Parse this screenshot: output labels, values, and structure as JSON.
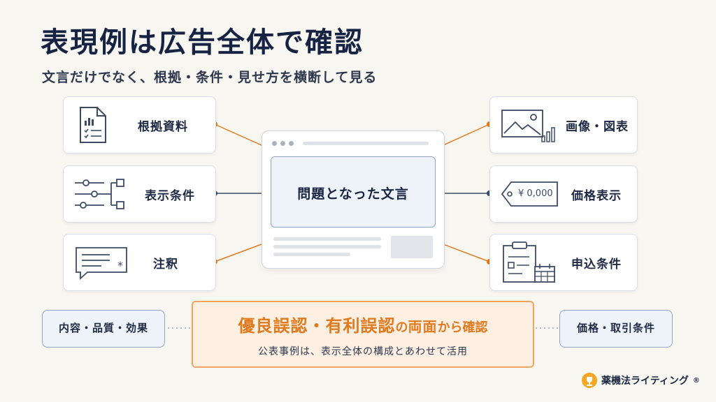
{
  "title": "表現例は広告全体で確認",
  "subtitle": "文言だけでなく、根拠・条件・見せ方を横断して見る",
  "center": {
    "label": "問題となった文言"
  },
  "left_cards": [
    {
      "label": "根拠資料",
      "icon": "document-chart-icon"
    },
    {
      "label": "表示条件",
      "icon": "sliders-flow-icon"
    },
    {
      "label": "注釈",
      "icon": "speech-asterisk-icon"
    }
  ],
  "right_cards": [
    {
      "label": "画像・図表",
      "icon": "image-chart-icon"
    },
    {
      "label": "価格表示",
      "icon": "price-tag-icon",
      "tag_text": "¥ 0,000"
    },
    {
      "label": "申込条件",
      "icon": "clipboard-calendar-icon"
    }
  ],
  "bottom": {
    "left_pill": "内容・品質・効果",
    "right_pill": "価格・取引条件",
    "headline_strong": "優良誤認・有利誤認",
    "headline_mid": "の",
    "headline_strong2": "両面",
    "headline_rest": "から確認",
    "sub": "公表事例は、表示全体の構成とあわせて活用"
  },
  "brand": {
    "name": "薬機法ライティング",
    "reg": "®"
  },
  "colors": {
    "navy": "#172342",
    "orange": "#e07a1f",
    "orange_light": "#fdf0e3",
    "blue_light": "#eef3fa",
    "connector_navy": "#3d4a66"
  }
}
